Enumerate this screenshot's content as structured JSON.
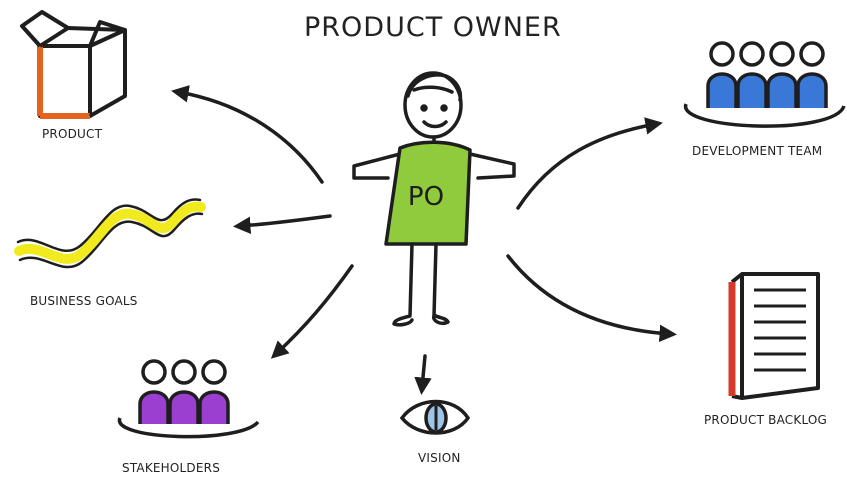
{
  "title": "PRODUCT OWNER",
  "badge": "PO",
  "labels": {
    "product": "PRODUCT",
    "business_goals": "BUSINESS GOALS",
    "stakeholders": "STAKEHOLDERS",
    "vision": "VISION",
    "development_team": "DEVELOPMENT TEAM",
    "product_backlog": "PRODUCT BACKLOG"
  },
  "colors": {
    "ink": "#1e1e1e",
    "box_accent": "#e3641f",
    "goals_yellow": "#f1ea1f",
    "stakeholders_purple": "#9a3fd0",
    "team_blue": "#3a78d8",
    "po_shirt_green": "#8fcb3c",
    "backlog_red": "#d63a2b",
    "eye_blue": "#9ec4e8"
  },
  "icons": [
    "box-icon",
    "squiggle-icon",
    "group-icon",
    "eye-icon",
    "document-icon",
    "stick-figure-icon"
  ]
}
